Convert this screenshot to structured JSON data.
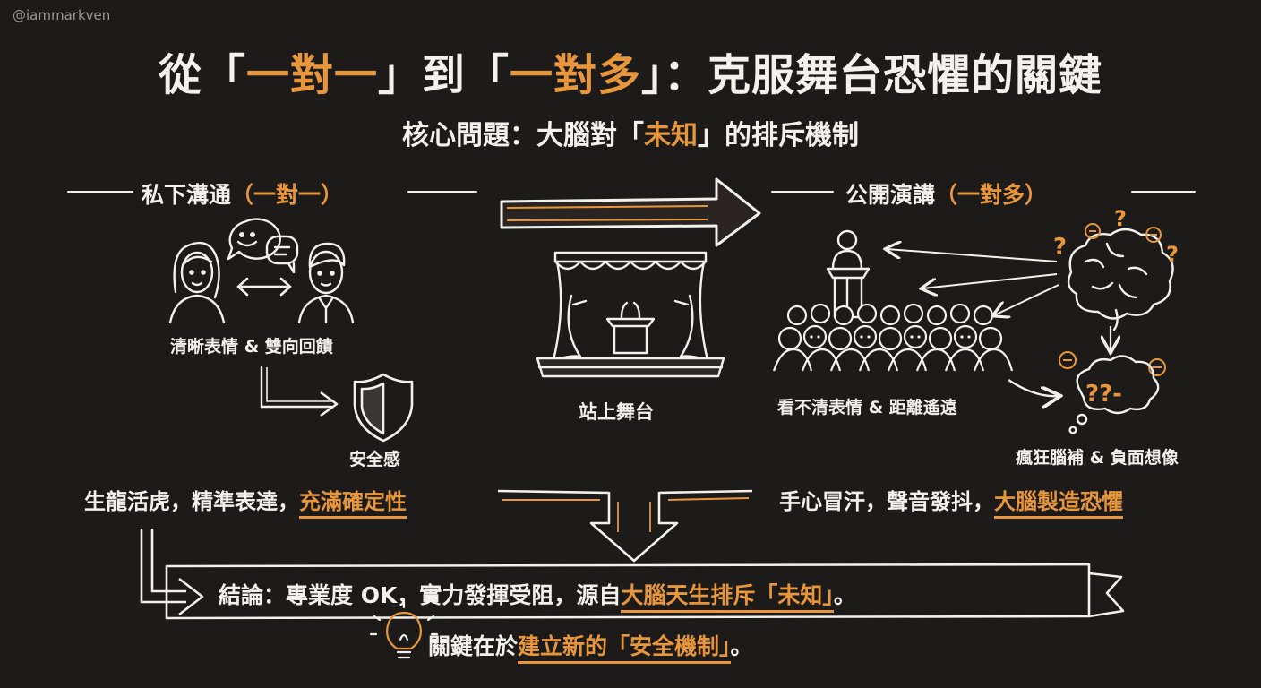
{
  "watermark": "@iammarkven",
  "title": {
    "part1": "從「",
    "hl1": "一對一",
    "part2": "」到「",
    "hl2": "一對多",
    "part3": "」：克服舞台恐懼的關鍵"
  },
  "subtitle": {
    "part1": "核心問題：大腦對「",
    "hl": "未知",
    "part2": "」的排斥機制"
  },
  "left": {
    "heading": "私下溝通",
    "heading_hl": "（一對一）",
    "caption": "清晰表情 & 雙向回饋",
    "safety": "安全感",
    "statement": "生龍活虎，精準表達，",
    "statement_hl": "充滿確定性"
  },
  "middle": {
    "caption": "站上舞台"
  },
  "right": {
    "heading": "公開演講",
    "heading_hl": "（一對多）",
    "caption": "看不清表情 & 距離遙遠",
    "brain_caption": "瘋狂腦補 & 負面想像",
    "statement": "手心冒汗，聲音發抖，",
    "statement_hl": "大腦製造恐懼"
  },
  "conclusion": {
    "part1": "結論：專業度 OK，實力發揮受阻，源自",
    "hl": "大腦天生排斥「未知」",
    "part2": "。"
  },
  "key": {
    "part1": "關鍵在於",
    "hl": "建立新的「安全機制」",
    "part2": "。"
  },
  "symbols": {
    "question_mark": "?",
    "minus_sign": "−",
    "thought_text": "??-"
  },
  "colors": {
    "background": "#1c1b1a",
    "accent": "#e8963c",
    "text": "#f3f1ec"
  },
  "icons": [
    "speech-bubble-icon",
    "woman-icon",
    "man-icon",
    "double-arrow-icon",
    "shield-icon",
    "stage-icon",
    "big-arrow-icon",
    "speaker-icon",
    "audience-icon",
    "brain-icon",
    "thought-cloud-icon",
    "lightbulb-icon",
    "ribbon-banner-icon"
  ]
}
